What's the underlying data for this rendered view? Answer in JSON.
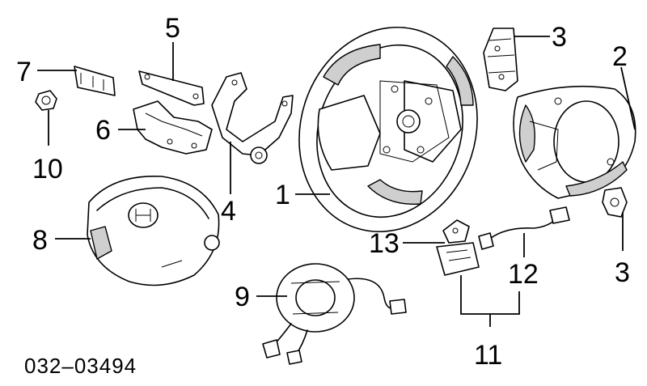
{
  "catalog_number": "032–03494",
  "callouts": {
    "c1": "1",
    "c2": "2",
    "c3a": "3",
    "c3b": "3",
    "c4": "4",
    "c5": "5",
    "c6": "6",
    "c7": "7",
    "c8": "8",
    "c9": "9",
    "c10": "10",
    "c11": "11",
    "c12": "12",
    "c13": "13"
  }
}
